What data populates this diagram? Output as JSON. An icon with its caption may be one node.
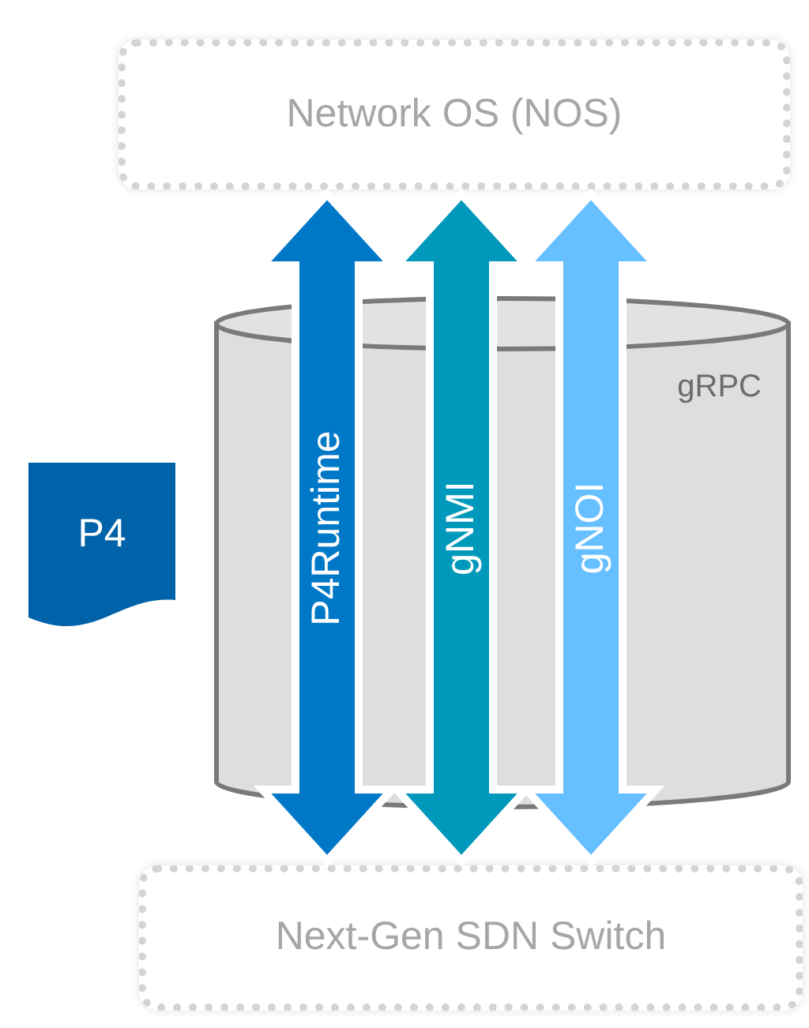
{
  "diagram": {
    "nodes": [
      {
        "text": [
          "Network OS (NOS)"
        ]
      },
      {
        "text": [
          "gRPC"
        ]
      },
      {
        "text": [
          "P4"
        ]
      },
      {
        "text": [
          "Next-Gen SDN Switch"
        ]
      }
    ],
    "edges": [
      {
        "from": 0,
        "to": 3,
        "arrow": "both",
        "label": "P4Runtime",
        "style": "thick",
        "color": "#0078c8"
      },
      {
        "from": 0,
        "to": 3,
        "arrow": "both",
        "label": "gNMI",
        "style": "thick",
        "color": "#0099bb"
      },
      {
        "from": 0,
        "to": 3,
        "arrow": "both",
        "label": "gNOI",
        "style": "thick",
        "color": "#66bfff"
      }
    ]
  }
}
